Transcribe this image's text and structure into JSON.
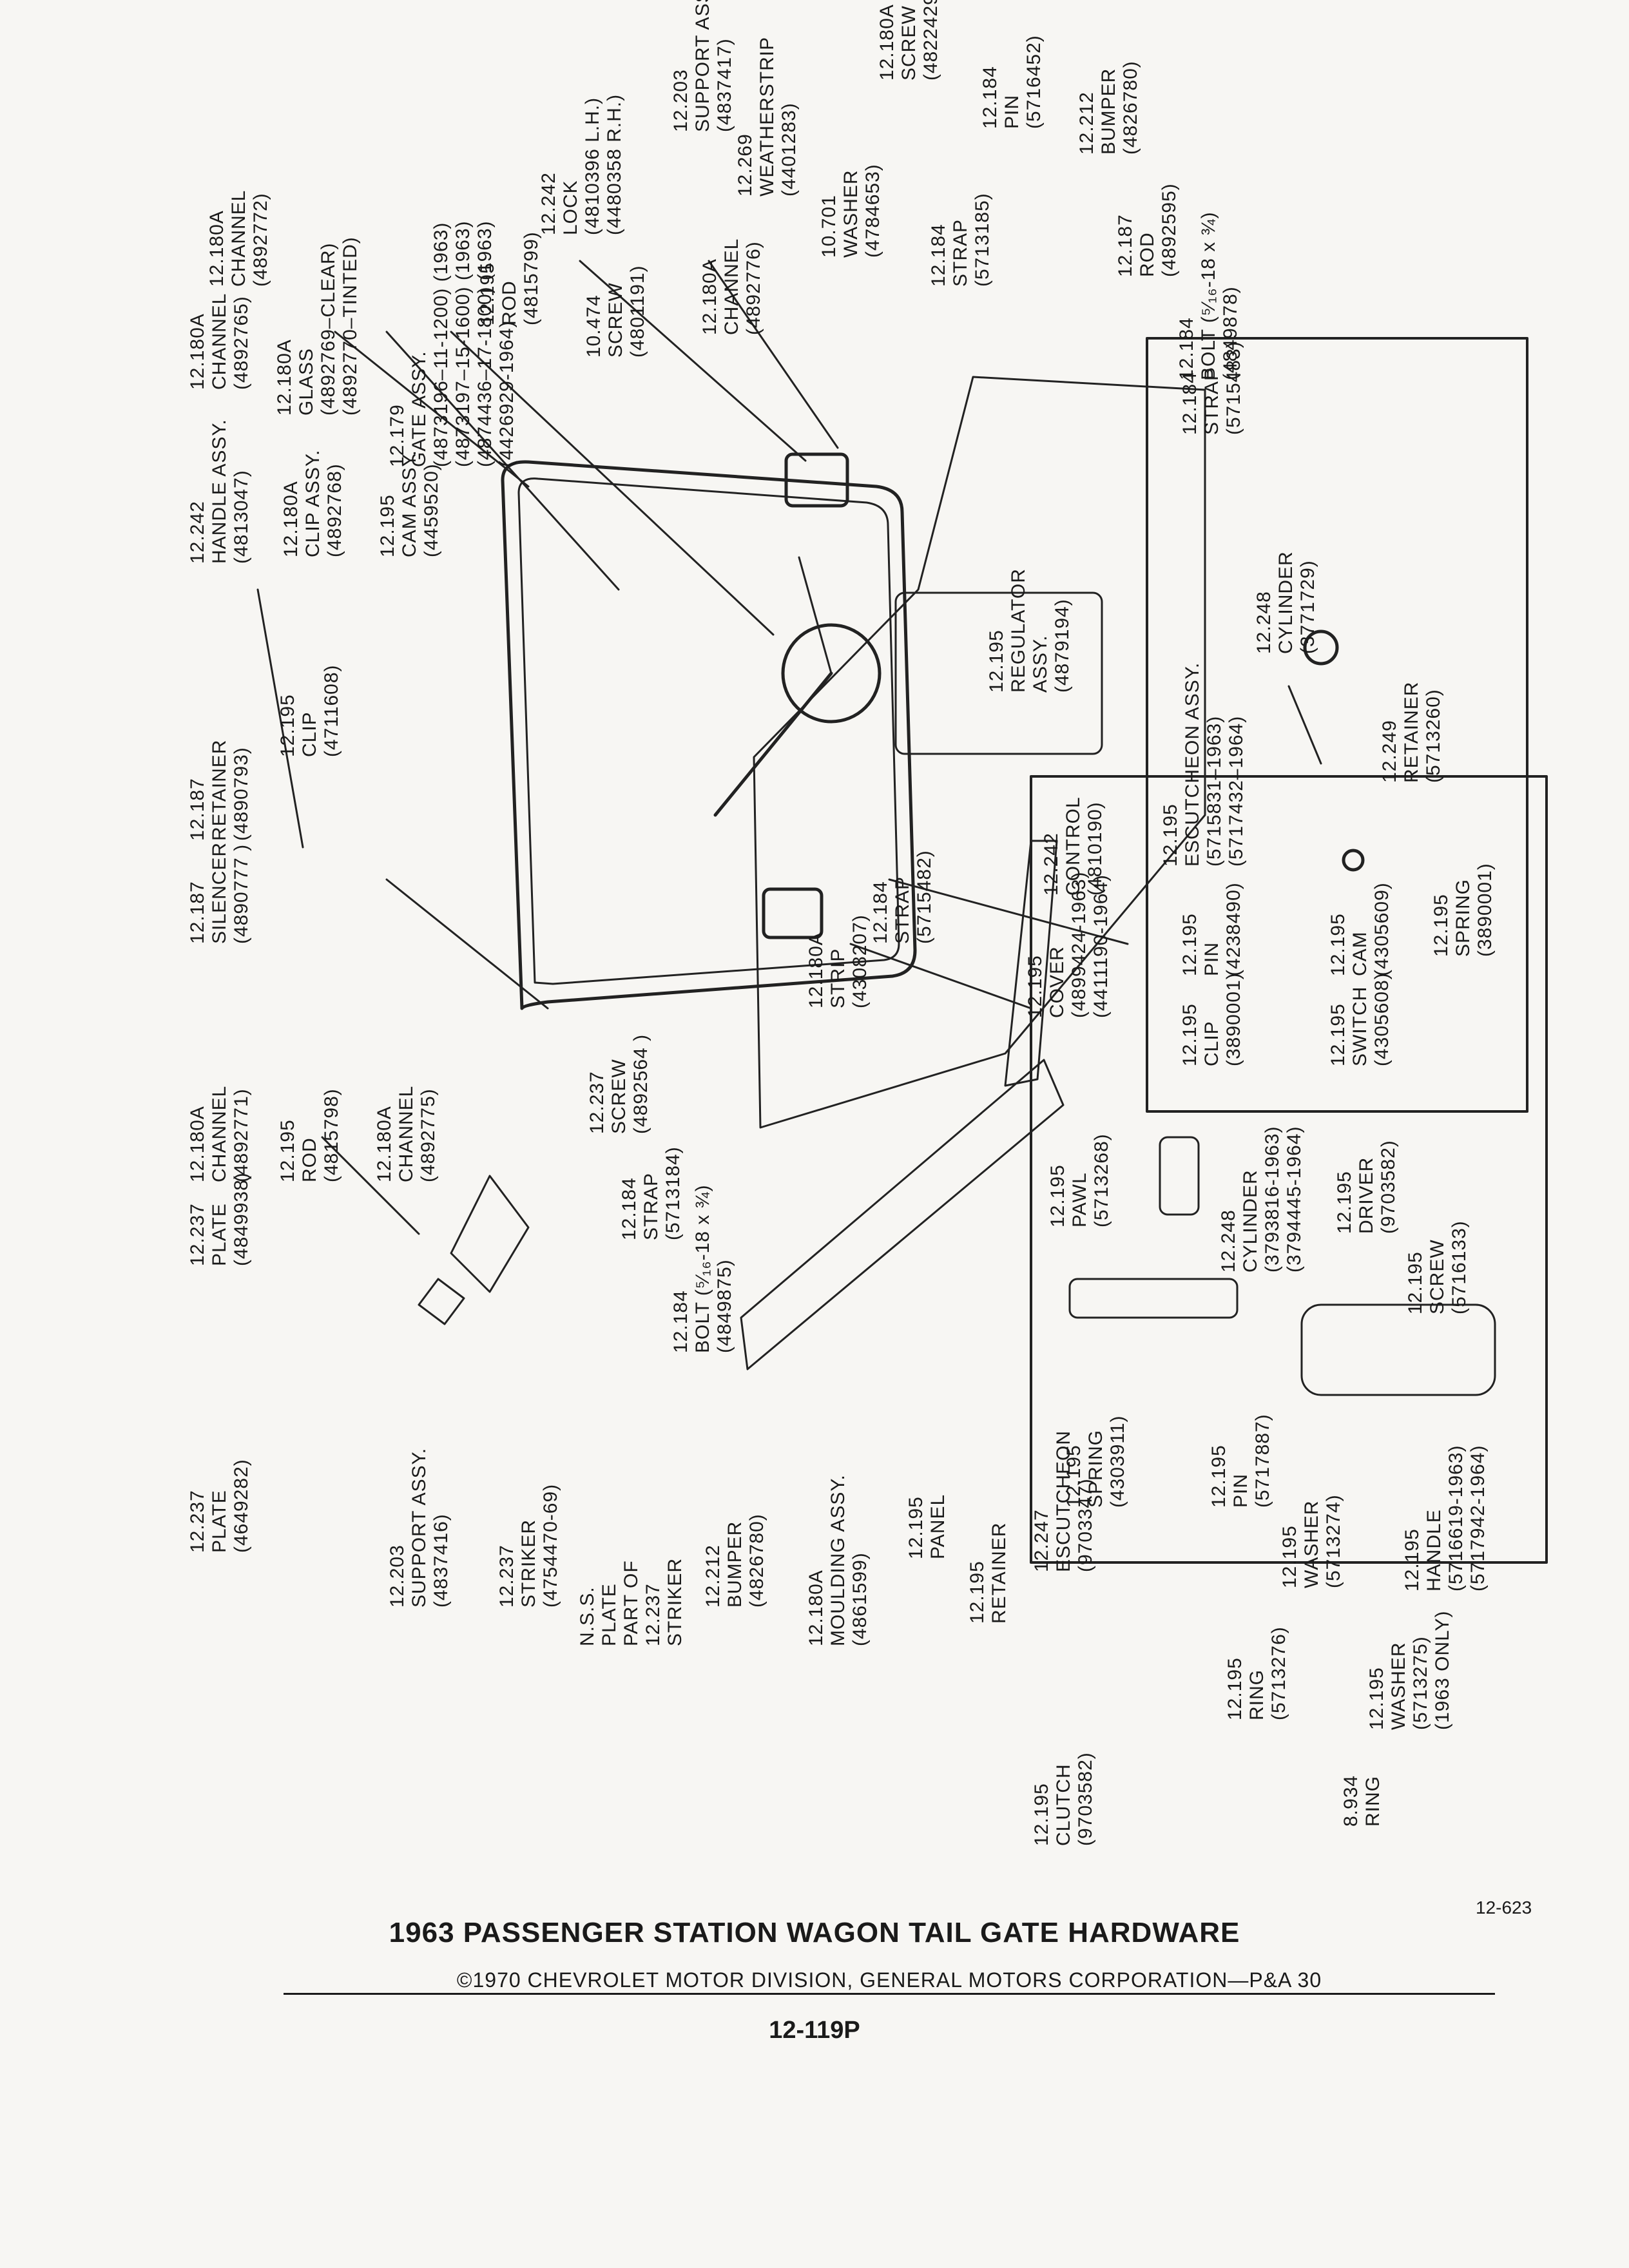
{
  "callouts": {
    "c01": [
      "12.180A",
      "CHANNEL",
      "(4892772)"
    ],
    "c02": [
      "12.180A",
      "GLASS",
      "(4892769–CLEAR)",
      "(4892770–TINTED)"
    ],
    "c03": [
      "12.179",
      "GATE ASSY.",
      "(4873196–11-1200) (1963)",
      "(4873197–15-1600) (1963)",
      "(4874436–17-1800) (1963)",
      "(4426929-1964)"
    ],
    "c04": [
      "12.242",
      "LOCK",
      "(4810396 L.H.)",
      "(4480358 R.H.)"
    ],
    "c05": [
      "12.203",
      "SUPPORT ASSY.",
      "(4837417)"
    ],
    "c06": [
      "12.269",
      "WEATHERSTRIP",
      "(4401283)"
    ],
    "c07": [
      "10.701",
      "WASHER",
      "(4784653)"
    ],
    "c08": [
      "12.180A",
      "SCREW",
      "(4822429)"
    ],
    "c09": [
      "12.184",
      "PIN",
      "(5716452)"
    ],
    "c10": [
      "12.212",
      "BUMPER",
      "(4826780)"
    ],
    "c11": [
      "12.184",
      "STRAP",
      "(5713185)"
    ],
    "c12": [
      "12.187",
      "ROD",
      "(4892595)"
    ],
    "c13": [
      "12.184",
      "BOLT (⁵⁄₁₆-18 x ¾)",
      "(4849878)"
    ],
    "c14": [
      "12.180A",
      "CHANNEL",
      "(4892765)"
    ],
    "c15": [
      "12.195",
      "ROD",
      "(4815799)"
    ],
    "c16": [
      "10.474",
      "SCREW",
      "(4801191)"
    ],
    "c17": [
      "12.180A",
      "CHANNEL",
      "(4892776)"
    ],
    "c18": [
      "12.184",
      "STRAP",
      "(5715483)"
    ],
    "c19": [
      "12.242",
      "HANDLE ASSY.",
      "(4813047)"
    ],
    "c20": [
      "12.180A",
      "CLIP ASSY.",
      "(4892768)"
    ],
    "c21": [
      "12.195",
      "CAM ASSY.",
      "(4459520)"
    ],
    "c22": [
      "12.195",
      "REGULATOR",
      "ASSY.",
      "(4879194)"
    ],
    "c23": [
      "12.187",
      "RETAINER",
      "(4890793)"
    ],
    "c24": [
      "12.195",
      "CLIP",
      "(4711608)"
    ],
    "c25": [
      "12.242",
      "CONTROL",
      "(4810190)"
    ],
    "c26": [
      "12.187",
      "SILENCER",
      "(4890777 )"
    ],
    "c27": [
      "12.184",
      "STRAP",
      "(5715482)"
    ],
    "c28": [
      "12.195",
      "COVER",
      "(4899424-1963)",
      "(4411190-1964)"
    ],
    "c29": [
      "12.180A",
      "STRIP",
      "(4308207)"
    ],
    "c30": [
      "12.180A",
      "CHANNEL",
      "(4892771)"
    ],
    "c31": [
      "12.195",
      "ROD",
      "(4815798)"
    ],
    "c32": [
      "12.180A",
      "CHANNEL",
      "(4892775)"
    ],
    "c33": [
      "12.237",
      "SCREW",
      "(4892564 )"
    ],
    "c34": [
      "12.184",
      "STRAP",
      "(5713184)"
    ],
    "c35": [
      "12.184",
      "BOLT (⁵⁄₁₆-18 x ¾)",
      "(4849875)"
    ],
    "c36": [
      "12.237",
      "PLATE",
      "(4849938)"
    ],
    "c37": [
      "12.237",
      "PLATE",
      "(4649282)"
    ],
    "c38": [
      "12.203",
      "SUPPORT ASSY.",
      "(4837416)"
    ],
    "c39": [
      "12.237",
      "STRIKER",
      "(4754470-69)"
    ],
    "c40": [
      "N.S.S.",
      "PLATE",
      "PART OF",
      "12.237",
      "STRIKER"
    ],
    "c41": [
      "12.212",
      "BUMPER",
      "(4826780)"
    ],
    "c42": [
      "12.180A",
      "MOULDING ASSY.",
      "(4861599)"
    ],
    "c43": [
      "12.195",
      "PANEL"
    ],
    "c44": [
      "12.195",
      "RETAINER"
    ],
    "c45": [
      "12.248",
      "CYLINDER",
      "(3771729)"
    ],
    "c46": [
      "12.249",
      "RETAINER",
      "(5713260)"
    ],
    "c47": [
      "12.195",
      "ESCUTCHEON ASSY.",
      "(5715831–1963)",
      "(5717432–1964)"
    ],
    "c48": [
      "12.195",
      "SPRING",
      "(3890001)"
    ],
    "c49": [
      "12.195",
      "PIN",
      "(4238490)"
    ],
    "c50": [
      "12.195",
      "CAM",
      "(4305609)"
    ],
    "c51": [
      "12.195",
      "CLIP",
      "(3890001)"
    ],
    "c52": [
      "12.195",
      "SWITCH",
      "(4305608)"
    ],
    "c53": [
      "12.195",
      "PAWL",
      "(5713268)"
    ],
    "c54": [
      "12.248",
      "CYLINDER",
      "(3793816-1963)",
      "(3794445-1964)"
    ],
    "c55": [
      "12.195",
      "DRIVER",
      "(9703582)"
    ],
    "c56": [
      "12.195",
      "SCREW",
      "(5716133)"
    ],
    "c57": [
      "12.195",
      "SPRING",
      "(4303911)"
    ],
    "c58": [
      "12.195",
      "PIN",
      "(5717887)"
    ],
    "c59": [
      "12.247",
      "ESCUTCHEON",
      "(9703347)"
    ],
    "c60": [
      "12.195",
      "WASHER",
      "(5713274)"
    ],
    "c61": [
      "12.195",
      "HANDLE",
      "(5716619-1963)",
      "(5717942-1964)"
    ],
    "c62": [
      "12.195",
      "WASHER",
      "(5713275)",
      "(1963 ONLY)"
    ],
    "c63": [
      "12.195",
      "RING",
      "(5713276)"
    ],
    "c64": [
      "12.195",
      "CLUTCH",
      "(9703582)"
    ],
    "c65": [
      "8.934",
      "RING"
    ]
  },
  "footer": {
    "code": "12-623",
    "title": "1963 PASSENGER STATION WAGON TAIL GATE HARDWARE",
    "copyright": "©1970 CHEVROLET MOTOR DIVISION, GENERAL MOTORS CORPORATION—P&A 30",
    "page": "12-119P"
  }
}
